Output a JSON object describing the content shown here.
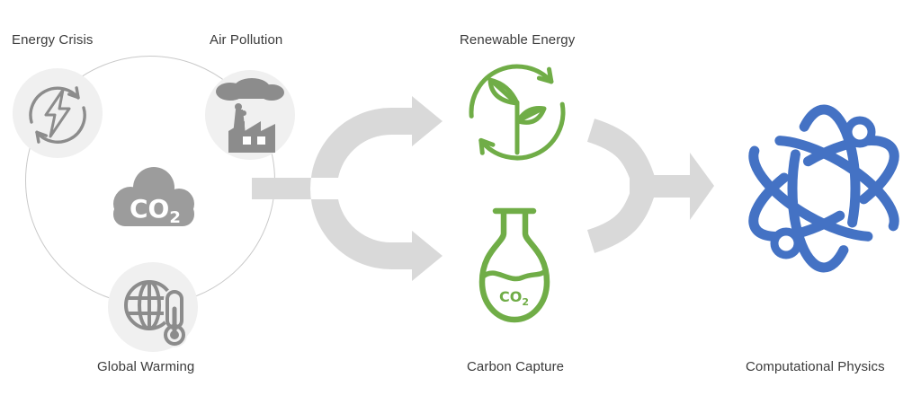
{
  "colors": {
    "green": "#70AD47",
    "blue": "#4472C4",
    "arrow": "#D9D9D9",
    "icon-gray": "#8C8C8C",
    "cloud-gray": "#9C9C9C",
    "chip": "#F0F0F0",
    "ring": "#C9C9C9",
    "text": "#3B3B3B"
  },
  "problem_cycle": {
    "energy_crisis": {
      "label": "Energy Crisis",
      "icon": "electricity-cycle-icon"
    },
    "air_pollution": {
      "label": "Air Pollution",
      "icon": "factory-smoke-icon"
    },
    "global_warming": {
      "label": "Global Warming",
      "icon": "globe-thermometer-icon"
    },
    "co2_cloud": {
      "main": "CO",
      "sub": "2",
      "icon": "co2-cloud-icon"
    }
  },
  "solutions": {
    "renewable_energy": {
      "label": "Renewable Energy",
      "icon": "plant-recycle-icon"
    },
    "carbon_capture": {
      "label": "Carbon Capture",
      "icon": "flask-icon",
      "flask_main": "CO",
      "flask_sub": "2"
    }
  },
  "outcome": {
    "computational_physics": {
      "label": "Computational Physics",
      "icon": "atom-icon"
    }
  }
}
